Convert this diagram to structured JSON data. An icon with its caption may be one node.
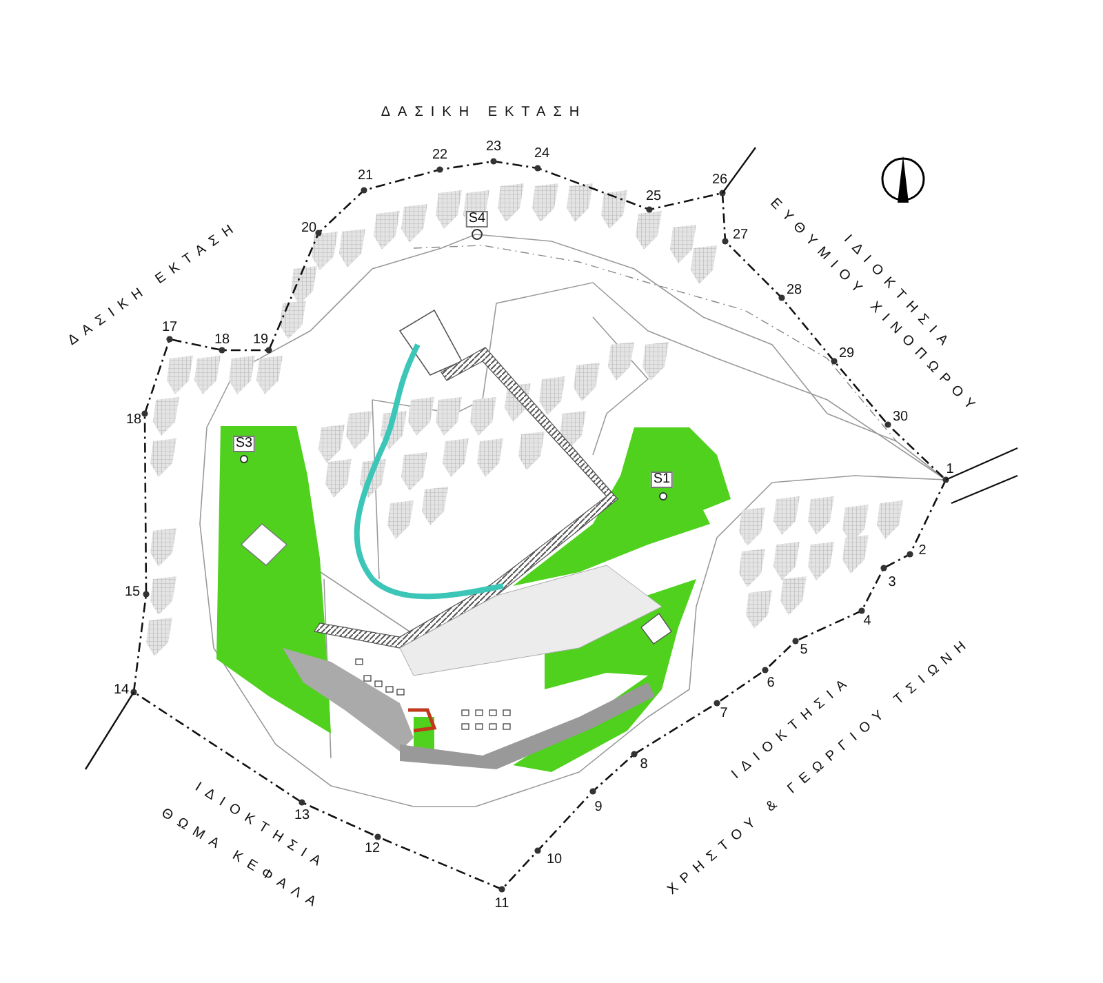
{
  "diagram": {
    "labels": [
      "ΔΑΣΙΚΗ ΕΚΤΑΣΗ",
      "23",
      "22",
      "24",
      "26",
      "21",
      "25",
      "20",
      "27",
      "S4",
      "ΙΔΙΟΚΤΗΣΙΑ",
      "ΕΥΘΥΜΙΟΥ ΧΙΝΟΠΩΡΟΥ",
      "ΔΑΣΙΚΗ ΕΚΤΑΣΗ",
      "28",
      "17",
      "18",
      "19",
      "29",
      "18",
      "30",
      "S3",
      "1",
      "S1",
      "2",
      "3",
      "15",
      "4",
      "5",
      "6",
      "14",
      "7",
      "ΙΔΙΟΚΤΗΣΙΑ",
      "ΧΡΗΣΤΟΥ & ΓΕΩΡΓΙΟΥ ΤΣΙΩΝΗ",
      "8",
      "9",
      "13",
      "ΙΔΙΟΚΤΗΣΙΑ",
      "12",
      "ΘΩΜΑ ΚΕΦΑΛΑ",
      "10",
      "11"
    ]
  }
}
